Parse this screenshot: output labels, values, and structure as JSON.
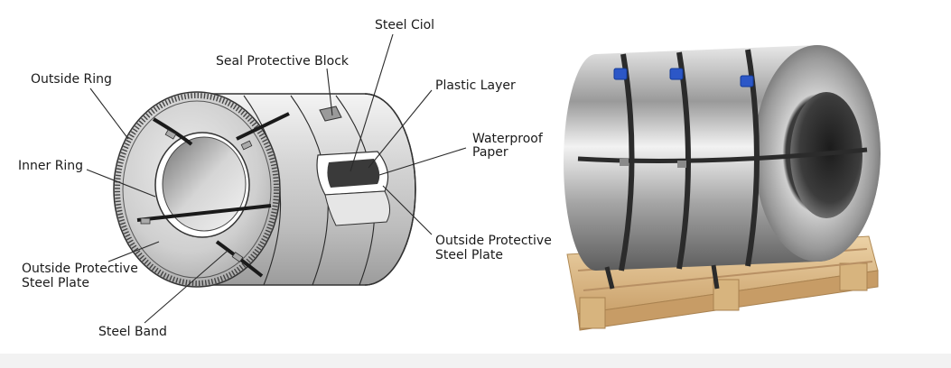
{
  "labels": {
    "steel_coil": "Steel Ciol",
    "seal_protective_block": "Seal Protective Block",
    "outside_ring": "Outside Ring",
    "plastic_layer": "Plastic Layer",
    "waterproof_paper_1": "Waterproof",
    "waterproof_paper_2": "Paper",
    "inner_ring": "Inner Ring",
    "outside_protective_steel_plate_right_1": "Outside Protective",
    "outside_protective_steel_plate_right_2": "Steel Plate",
    "outside_protective_steel_plate_left_1": "Outside Protective",
    "outside_protective_steel_plate_left_2": "Steel Plate",
    "steel_band": "Steel Band"
  },
  "colors": {
    "background": "#f2f2f2",
    "panel": "#ffffff",
    "wood": "#d9b887",
    "clip": "#2c57c7"
  }
}
